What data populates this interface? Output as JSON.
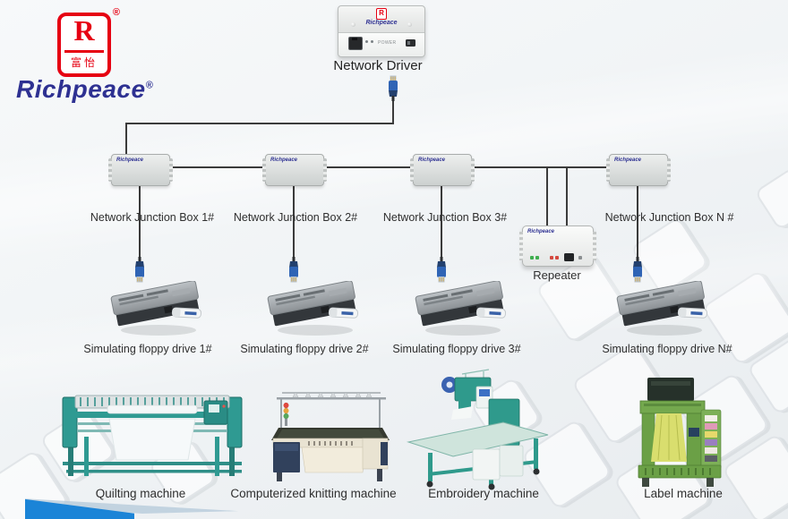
{
  "brand": {
    "wordmark": "Richpeace",
    "registered_mark": "®",
    "logo_letter": "R",
    "logo_chinese": "富怡",
    "red": "#e60012",
    "blue": "#2e3192"
  },
  "network_driver": {
    "label": "Network Driver",
    "brand": "Richpeace",
    "power_label": "POWER"
  },
  "junction_boxes": [
    {
      "label": "Network Junction Box 1#",
      "brand": "Richpeace"
    },
    {
      "label": "Network Junction Box 2#",
      "brand": "Richpeace"
    },
    {
      "label": "Network Junction Box 3#",
      "brand": "Richpeace"
    },
    {
      "label": "Network Junction Box N #",
      "brand": "Richpeace"
    }
  ],
  "repeater": {
    "label": "Repeater",
    "brand": "Richpeace"
  },
  "floppy_drives": [
    {
      "label": "Simulating floppy drive 1#"
    },
    {
      "label": "Simulating floppy drive 2#"
    },
    {
      "label": "Simulating floppy drive 3#"
    },
    {
      "label": "Simulating floppy drive N#"
    }
  ],
  "machines": [
    {
      "label": "Quilting machine"
    },
    {
      "label": "Computerized knitting machine"
    },
    {
      "label": "Embroidery machine"
    },
    {
      "label": "Label machine"
    }
  ],
  "connections": {
    "line_color": "#3b3b3b"
  },
  "background": {
    "wedge_blue": "#1b84d7",
    "wedge_light": "#b3c8d9"
  }
}
